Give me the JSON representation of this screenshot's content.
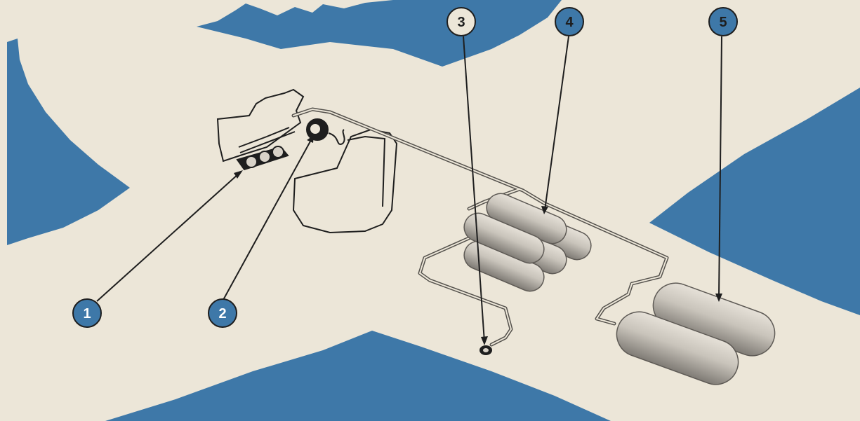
{
  "colors": {
    "paper": "#ece6d8",
    "blue": "#3e78a8",
    "ink": "#1e1e1e",
    "tank_light": "#d8d2c8",
    "tank_dark": "#8a8680",
    "callout_text_light": "#ffffff",
    "callout_text_dark": "#1e1e1e"
  },
  "callouts": [
    {
      "id": "1",
      "label": "1",
      "style": "blue"
    },
    {
      "id": "2",
      "label": "2",
      "style": "blue"
    },
    {
      "id": "3",
      "label": "3",
      "style": "light"
    },
    {
      "id": "4",
      "label": "4",
      "style": "blue"
    },
    {
      "id": "5",
      "label": "5",
      "style": "blue"
    }
  ]
}
